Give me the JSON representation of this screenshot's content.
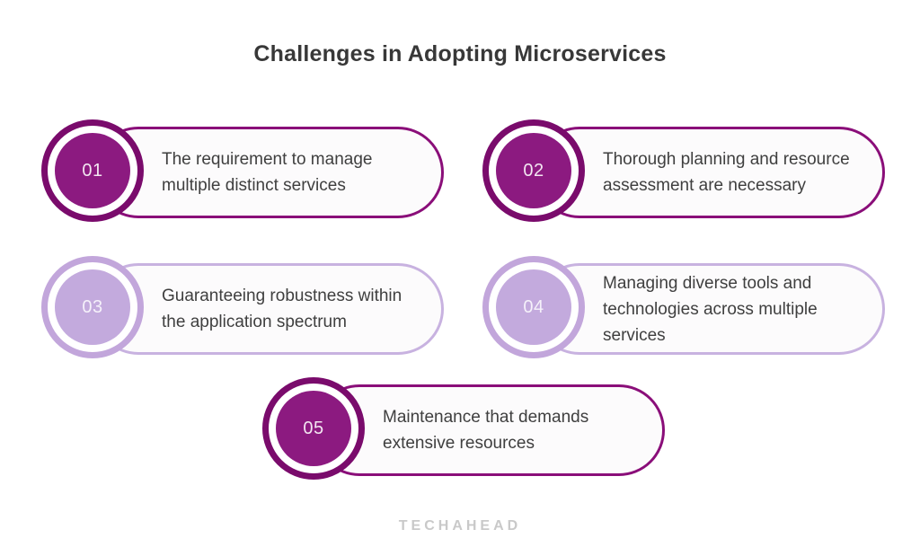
{
  "title": "Challenges in Adopting Microservices",
  "items": [
    {
      "number": "01",
      "text": "The requirement to manage multiple distinct services",
      "variant": "dark"
    },
    {
      "number": "02",
      "text": "Thorough planning and resource assessment are necessary",
      "variant": "dark"
    },
    {
      "number": "03",
      "text": "Guaranteeing robustness within the application spectrum",
      "variant": "light"
    },
    {
      "number": "04",
      "text": "Managing diverse tools and technologies across multiple services",
      "variant": "light"
    },
    {
      "number": "05",
      "text": "Maintenance that demands extensive resources",
      "variant": "dark"
    }
  ],
  "footer": {
    "logo_text": "TECHAHEAD"
  },
  "colors": {
    "dark_circle_ring": "#7a0b6c",
    "dark_circle_fill": "#8c1a80",
    "dark_pill_border": "#8a0e79",
    "light_circle_ring": "#c2a6db",
    "light_circle_fill": "#c3aadd",
    "light_pill_border": "#c8b2e0",
    "pill_background": "#fcfbfc",
    "body_text": "#3f3f3f",
    "title_text": "#383838",
    "logo_gray": "#c9c9c9"
  }
}
